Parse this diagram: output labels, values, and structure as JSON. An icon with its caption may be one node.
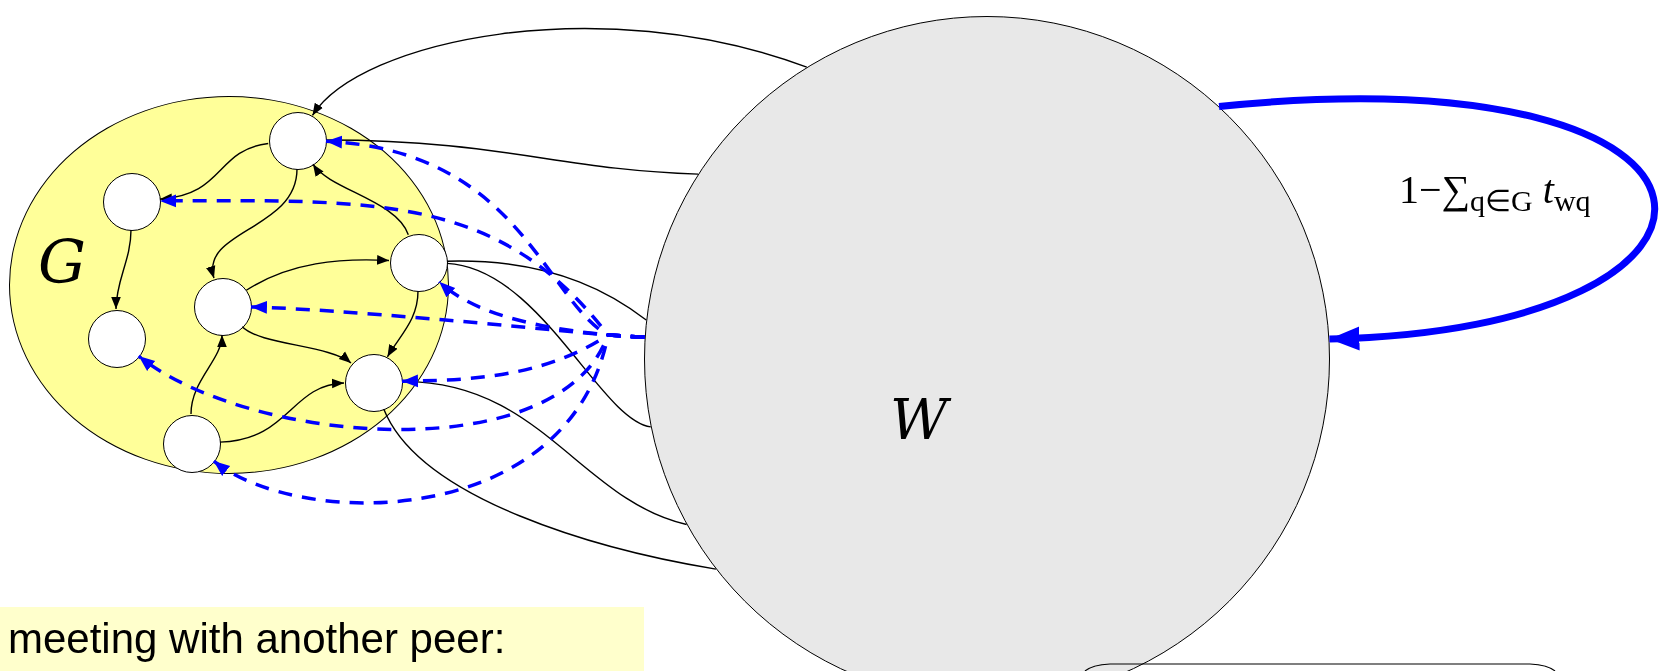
{
  "diagram": {
    "nodes": [
      {
        "text": [
          "G"
        ]
      },
      {
        "text": [],
        "shape": "circle",
        "in": 0
      },
      {
        "text": [],
        "shape": "circle",
        "in": 0
      },
      {
        "text": [],
        "shape": "circle",
        "in": 0
      },
      {
        "text": [],
        "shape": "circle",
        "in": 0
      },
      {
        "text": [],
        "shape": "circle",
        "in": 0
      },
      {
        "text": [],
        "shape": "circle",
        "in": 0
      },
      {
        "text": [],
        "shape": "circle",
        "in": 0
      },
      {
        "text": [
          "W"
        ]
      },
      {
        "text": [
          "meeting with another peer:"
        ]
      }
    ],
    "edges": [
      {
        "from": 1,
        "to": 2,
        "arrow": "to"
      },
      {
        "from": 1,
        "to": 4,
        "arrow": "to"
      },
      {
        "from": 3,
        "to": 1,
        "arrow": "to"
      },
      {
        "from": 2,
        "to": 5,
        "arrow": "to"
      },
      {
        "from": 4,
        "to": 3,
        "arrow": "to"
      },
      {
        "from": 4,
        "to": 6,
        "arrow": "to"
      },
      {
        "from": 3,
        "to": 6,
        "arrow": "to"
      },
      {
        "from": 7,
        "to": 4,
        "arrow": "to"
      },
      {
        "from": 7,
        "to": 6,
        "arrow": "to"
      },
      {
        "from": 8,
        "to": 1,
        "arrow": "to"
      },
      {
        "from": 1,
        "to": 8,
        "arrow": "none"
      },
      {
        "from": 3,
        "to": 8,
        "arrow": "none"
      },
      {
        "from": 3,
        "to": 8,
        "arrow": "none"
      },
      {
        "from": 6,
        "to": 8,
        "arrow": "none"
      },
      {
        "from": 6,
        "to": 8,
        "arrow": "none"
      },
      {
        "from": 8,
        "to": 1,
        "arrow": "to",
        "style": "dashed",
        "color": "#0000ff"
      },
      {
        "from": 8,
        "to": 2,
        "arrow": "to",
        "style": "dashed",
        "color": "#0000ff"
      },
      {
        "from": 8,
        "to": 3,
        "arrow": "to",
        "style": "dashed",
        "color": "#0000ff"
      },
      {
        "from": 8,
        "to": 4,
        "arrow": "to",
        "style": "dashed",
        "color": "#0000ff"
      },
      {
        "from": 8,
        "to": 5,
        "arrow": "to",
        "style": "dashed",
        "color": "#0000ff"
      },
      {
        "from": 8,
        "to": 6,
        "arrow": "to",
        "style": "dashed",
        "color": "#0000ff"
      },
      {
        "from": 8,
        "to": 7,
        "arrow": "to",
        "style": "dashed",
        "color": "#0000ff"
      },
      {
        "from": 8,
        "to": 8,
        "arrow": "to",
        "style": "thick",
        "color": "#0000ff",
        "label": "1−∑$_{q∈G}$  *t*$_{wq}$"
      }
    ]
  }
}
